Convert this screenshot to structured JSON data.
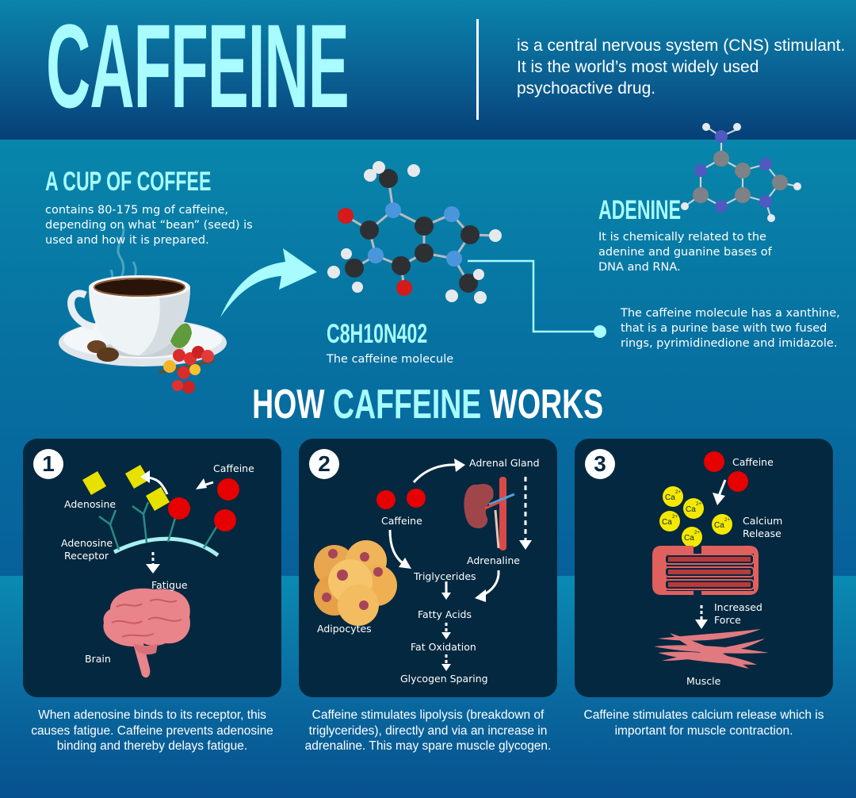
{
  "header": {
    "title": "CAFFEINE",
    "description": "is a central nervous system (CNS) stimulant. It is the world’s most widely used psychoactive drug."
  },
  "coffee": {
    "heading": "A CUP OF COFFEE",
    "text": "contains 80-175 mg of caffeine, depending on what “bean” (seed) is used and how it is prepared.",
    "icon": "coffee-cup-icon"
  },
  "molecule": {
    "formula": "C8H10N4O2",
    "formula_display": "C8H10N402",
    "caption": "The caffeine molecule",
    "icon": "caffeine-molecule-icon"
  },
  "adenine": {
    "heading": "ADENINE",
    "text": "It is chemically related to the adenine and guanine bases of DNA and RNA.",
    "icon": "adenine-molecule-icon"
  },
  "xanthine": {
    "text": "The caffeine molecule has a xanthine, that is a purine base with two fused rings, pyrimidinedione and imidazole."
  },
  "how": {
    "prefix": "HOW ",
    "accent": "CAFFEINE",
    "suffix": " WORKS"
  },
  "steps": [
    {
      "number": "1",
      "labels": {
        "caffeine": "Caffeine",
        "adenosine": "Adenosine",
        "receptor_line1": "Adenosine",
        "receptor_line2": "Receptor",
        "fatigue": "Fatigue",
        "brain": "Brain"
      },
      "caption": "When adenosine binds to its receptor, this causes fatigue. Caffeine prevents adenosine binding and thereby delays fatigue."
    },
    {
      "number": "2",
      "labels": {
        "adrenal": "Adrenal Gland",
        "caffeine": "Caffeine",
        "adrenaline": "Adrenaline",
        "triglycerides": "Triglycerides",
        "adipocytes": "Adipocytes",
        "fatty_acids": "Fatty Acids",
        "fat_oxidation": "Fat Oxidation",
        "glycogen": "Glycogen Sparing"
      },
      "caption": "Caffeine stimulates lipolysis (breakdown of triglycerides), directly and via an increase in adrenaline. This may spare muscle glycogen."
    },
    {
      "number": "3",
      "labels": {
        "caffeine": "Caffeine",
        "calcium_line1": "Calcium",
        "calcium_line2": "Release",
        "force_line1": "Increased",
        "force_line2": "Force",
        "muscle": "Muscle",
        "ion": "Ca"
      },
      "caption": "Caffeine stimulates calcium release which is important for muscle contraction."
    }
  ],
  "colors": {
    "accent_cyan": "#a8fbff",
    "card_bg": "#04283f",
    "caffeine_red": "#e60000",
    "adenosine_yellow": "#e8e000",
    "calcium_yellow": "#f5e800",
    "muscle_red": "#e0605e"
  }
}
